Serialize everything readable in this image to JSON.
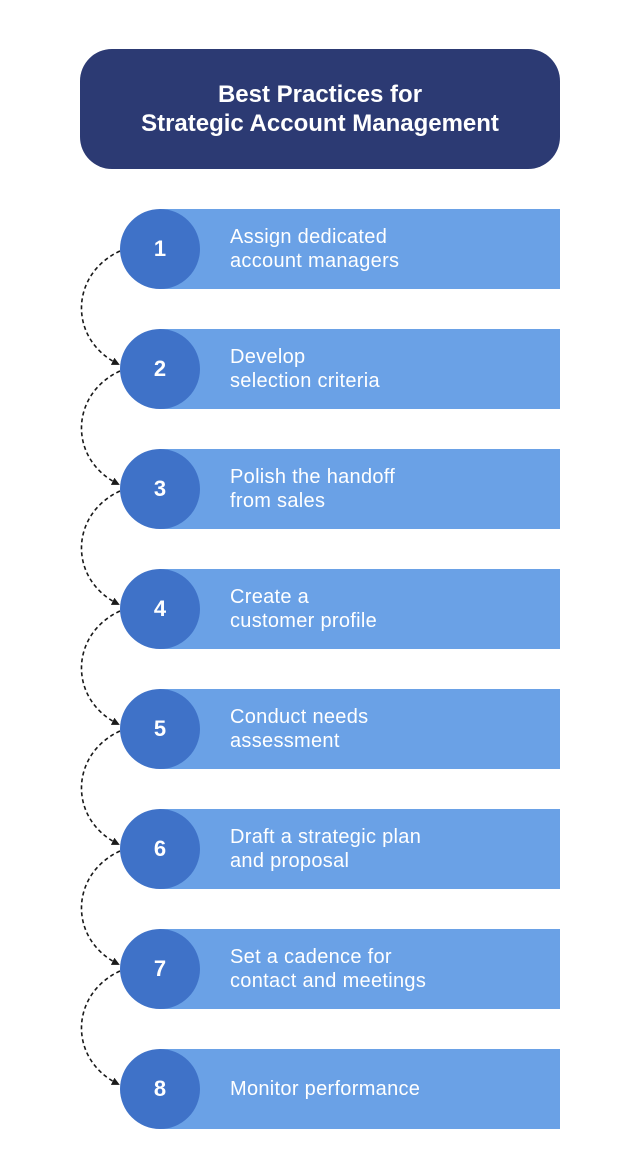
{
  "title": {
    "line1": "Best Practices for",
    "line2": "Strategic Account Management"
  },
  "steps": [
    {
      "number": "1",
      "line1": "Assign dedicated",
      "line2": "account managers"
    },
    {
      "number": "2",
      "line1": "Develop",
      "line2": "selection criteria"
    },
    {
      "number": "3",
      "line1": "Polish the handoff",
      "line2": "from sales"
    },
    {
      "number": "4",
      "line1": "Create a",
      "line2": "customer profile"
    },
    {
      "number": "5",
      "line1": "Conduct needs",
      "line2": "assessment"
    },
    {
      "number": "6",
      "line1": "Draft a strategic plan",
      "line2": "and proposal"
    },
    {
      "number": "7",
      "line1": "Set a cadence for",
      "line2": "contact and meetings"
    },
    {
      "number": "8",
      "line1": "Monitor performance",
      "line2": ""
    }
  ],
  "colors": {
    "title_bg": "#2c3a73",
    "circle": "#3f72c8",
    "bar": "#6aa1e6",
    "connector": "#1a1a1a"
  }
}
